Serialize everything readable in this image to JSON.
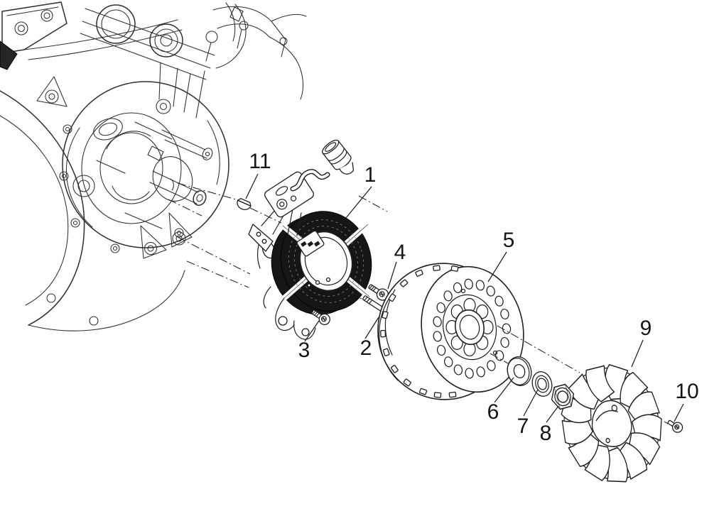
{
  "diagram": {
    "type": "exploded-parts-diagram",
    "callouts": [
      {
        "number": "1",
        "part": "stator-magneto"
      },
      {
        "number": "2",
        "part": "long-socket-bolt"
      },
      {
        "number": "3",
        "part": "short-screw"
      },
      {
        "number": "4",
        "part": "short-screw"
      },
      {
        "number": "5",
        "part": "flywheel-rotor"
      },
      {
        "number": "6",
        "part": "flat-washer"
      },
      {
        "number": "7",
        "part": "spring-washer"
      },
      {
        "number": "8",
        "part": "hex-nut"
      },
      {
        "number": "9",
        "part": "cooling-fan"
      },
      {
        "number": "10",
        "part": "fan-screw"
      },
      {
        "number": "11",
        "part": "woodruff-key"
      }
    ],
    "colors": {
      "line": "#1f1f1f",
      "background": "#ffffff",
      "winding_fill": "#161616"
    }
  }
}
